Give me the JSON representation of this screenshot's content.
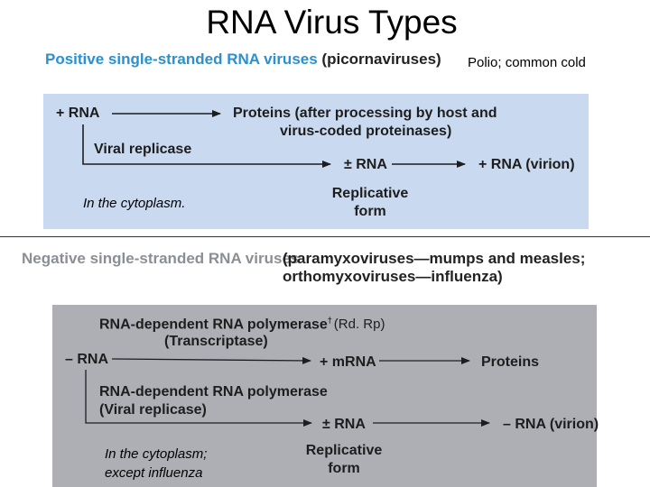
{
  "title": "RNA Virus Types",
  "positive": {
    "header_main": "Positive single-stranded RNA viruses",
    "header_group": "(picornaviruses)",
    "note": "Polio; common cold",
    "plus_rna": "+ RNA",
    "proteins_line1": "Proteins (after processing by host and",
    "proteins_line2": "virus-coded proteinases)",
    "viral_replicase": "Viral replicase",
    "pm_rna": "± RNA",
    "plus_rna_virion": "+ RNA (virion)",
    "replicative": "Replicative",
    "form": "form",
    "location": "In the cytoplasm."
  },
  "negative": {
    "header_main": "Negative single-stranded RNA viruses",
    "header_group_line1": "(paramyxoviruses—mumps and measles;",
    "header_group_line2": "orthomyxoviruses—influenza)",
    "rdrp_label": "RNA-dependent RNA polymerase",
    "rdrp_dagger": "†",
    "rdrp_abbrev": "(Rd. Rp)",
    "transcriptase": "(Transcriptase)",
    "minus_rna": "– RNA",
    "plus_mrna": "+ mRNA",
    "proteins": "Proteins",
    "rdrp_label2": "RNA-dependent RNA polymerase",
    "viral_replicase": "(Viral replicase)",
    "pm_rna": "± RNA",
    "minus_rna_virion": "– RNA (virion)",
    "replicative": "Replicative",
    "form": "form",
    "location_line1": "In the cytoplasm;",
    "location_line2": "except influenza"
  }
}
